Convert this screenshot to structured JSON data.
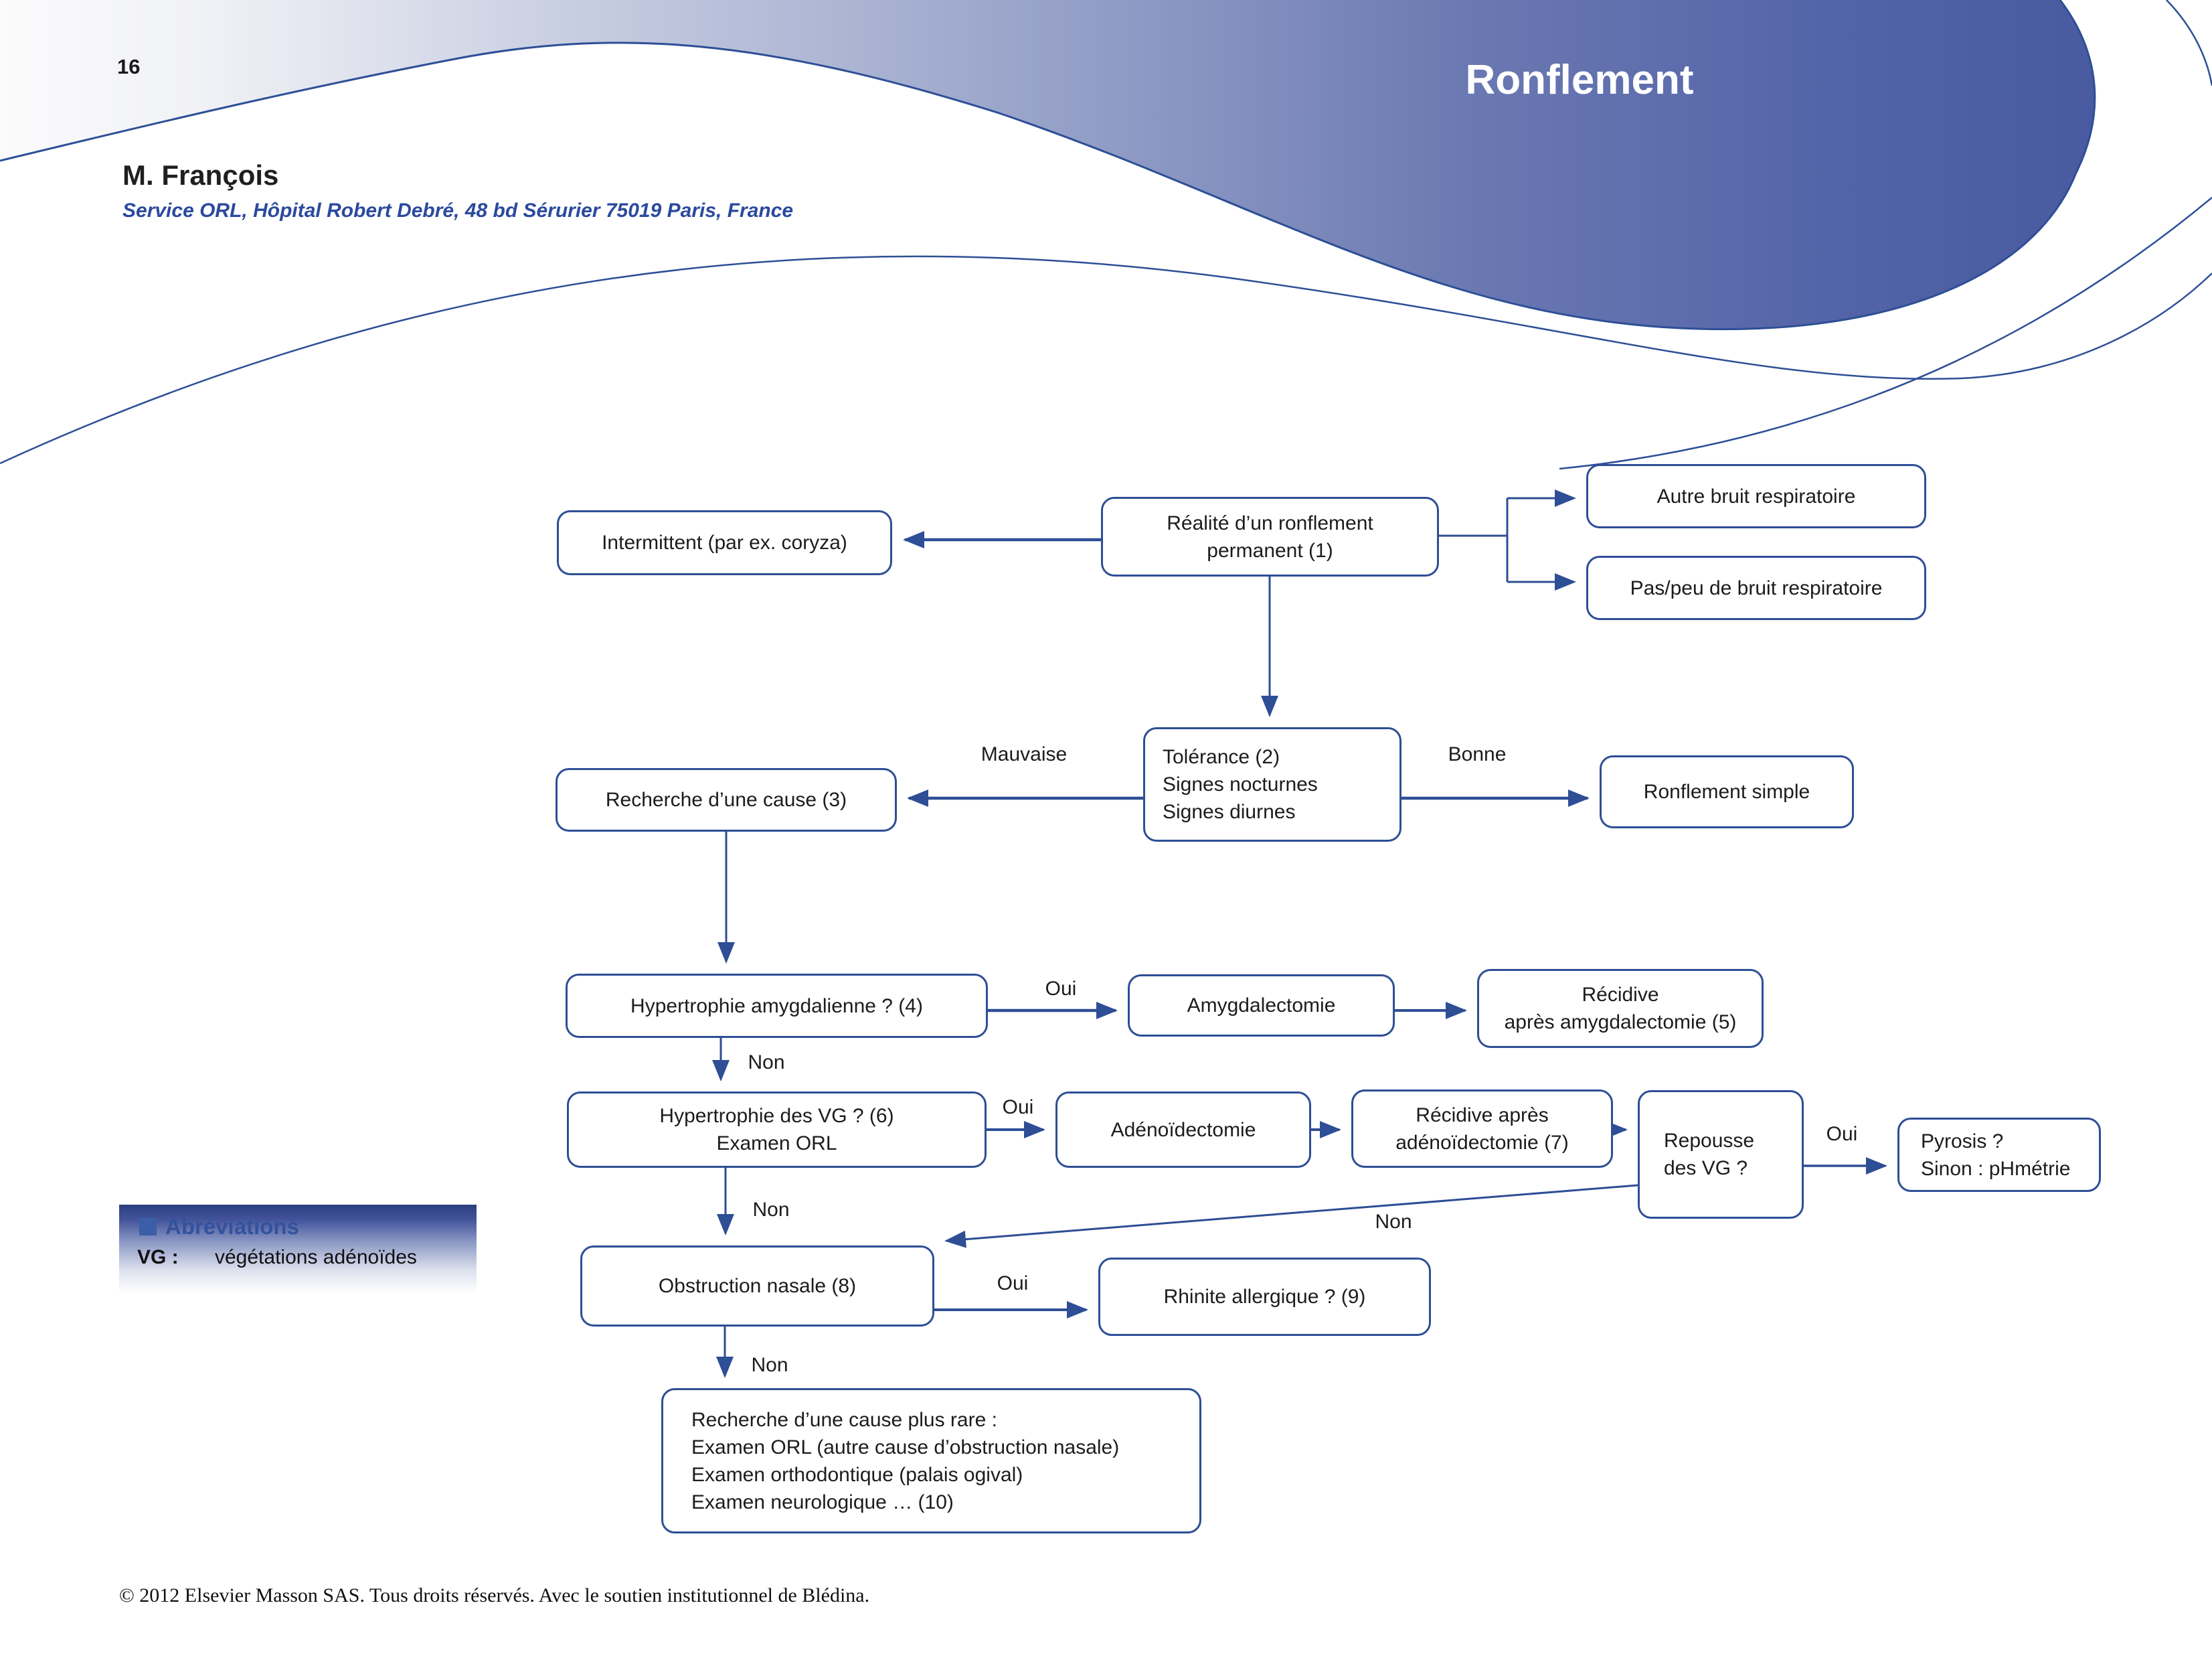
{
  "colors": {
    "accent": "#2e4e95",
    "blob": "#4c60a6",
    "blue_text": "#2b4a9e"
  },
  "header": {
    "page_number": "16",
    "title": "Ronflement",
    "author": "M. François",
    "affiliation": "Service ORL, Hôpital Robert Debré, 48 bd Sérurier 75019 Paris, France"
  },
  "abbreviations": {
    "title": "Abréviations",
    "abbr": "VG :",
    "meaning": "végétations adénoïdes"
  },
  "footer": {
    "copyright": "© 2012 Elsevier Masson SAS. Tous droits réservés. Avec le soutien institutionnel de Blédina."
  },
  "flowchart": {
    "nodes": {
      "realite": {
        "lines": [
          "Réalité d’un ronflement",
          "permanent (1)"
        ]
      },
      "intermittent": {
        "lines": [
          "Intermittent (par ex. coryza)"
        ]
      },
      "autre_bruit": {
        "lines": [
          "Autre bruit respiratoire"
        ]
      },
      "pas_peu": {
        "lines": [
          "Pas/peu de bruit respiratoire"
        ]
      },
      "tolerance": {
        "lines": [
          "Tolérance (2)",
          "Signes nocturnes",
          "Signes diurnes"
        ]
      },
      "recherche_cause": {
        "lines": [
          "Recherche d’une cause (3)"
        ]
      },
      "ronflement_simple": {
        "lines": [
          "Ronflement simple"
        ]
      },
      "hypertrophie_amygdalienne": {
        "lines": [
          "Hypertrophie amygdalienne ? (4)"
        ]
      },
      "amygdalectomie": {
        "lines": [
          "Amygdalectomie"
        ]
      },
      "recidive_amygdalectomie": {
        "lines": [
          "Récidive",
          "après amygdalectomie (5)"
        ]
      },
      "hypertrophie_vg": {
        "lines": [
          "Hypertrophie des VG ? (6)",
          "Examen ORL"
        ]
      },
      "adenoidectomie": {
        "lines": [
          "Adénoïdectomie"
        ]
      },
      "recidive_adenoidectomie": {
        "lines": [
          "Récidive après",
          "adénoïdectomie (7)"
        ]
      },
      "repousse_vg": {
        "lines": [
          "Repousse",
          "des VG ?"
        ]
      },
      "pyrosis": {
        "lines": [
          "Pyrosis ?",
          "Sinon : pHmétrie"
        ]
      },
      "obstruction_nasale": {
        "lines": [
          "Obstruction nasale (8)"
        ]
      },
      "rhinite_allergique": {
        "lines": [
          "Rhinite allergique ? (9)"
        ]
      },
      "cause_rare": {
        "lines": [
          "Recherche d’une cause plus rare :",
          "Examen ORL (autre cause d’obstruction nasale)",
          "Examen orthodontique (palais ogival)",
          "Examen neurologique … (10)"
        ]
      }
    },
    "labels": {
      "mauvaise": "Mauvaise",
      "bonne": "Bonne",
      "oui_amygdalienne": "Oui",
      "non_amygdalienne": "Non",
      "oui_vg": "Oui",
      "non_vg": "Non",
      "oui_repousse": "Oui",
      "non_repousse": "Non",
      "oui_obstruction": "Oui",
      "non_obstruction": "Non"
    }
  }
}
